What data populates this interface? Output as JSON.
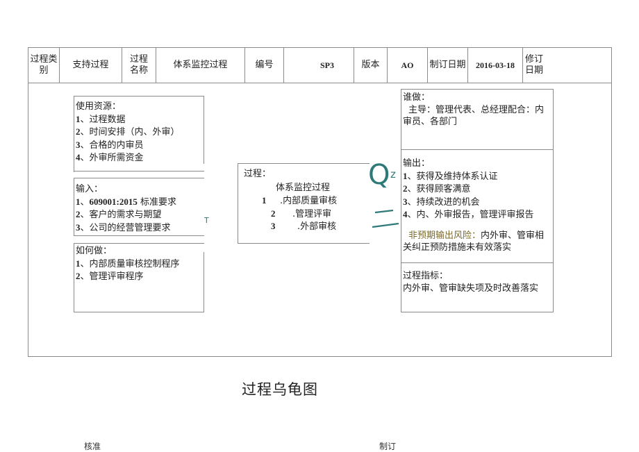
{
  "header": {
    "category_label": "过程类别",
    "category_value": "支持过程",
    "name_label": "过程名称",
    "name_value": "体系监控过程",
    "code_label": "编号",
    "code_value": "SP3",
    "version_label": "版本",
    "version_value": "AO",
    "created_label": "制订日期",
    "created_value": "2016-03-18",
    "revised_label": "修订日期",
    "revised_value": ""
  },
  "resources": {
    "title": "使用资源：",
    "items": [
      {
        "num": "1",
        "text": "、过程数据"
      },
      {
        "num": "2",
        "text": "、时间安排（内、外审）"
      },
      {
        "num": "3",
        "text": "、合格的内审员"
      },
      {
        "num": "4",
        "text": "、外审所需资金"
      }
    ]
  },
  "inputs": {
    "title": "输入：",
    "items": [
      {
        "num": "1",
        "text": "、",
        "bold_text": "609001:2015",
        "rest": "标准要求"
      },
      {
        "num": "2",
        "text": "、客户的需求与期望"
      },
      {
        "num": "3",
        "text": "、公司的经营管理要求"
      }
    ]
  },
  "how": {
    "title": "如何做：",
    "items": [
      {
        "num": "1",
        "text": "、内部质量审核控制程序"
      },
      {
        "num": "2",
        "text": "、管理评审程序"
      }
    ]
  },
  "process": {
    "title": "过程：",
    "name": "体系监控过程",
    "items": [
      {
        "num": "1",
        "text": ".内部质量审核"
      },
      {
        "num": "2",
        "text": ".管理评审"
      },
      {
        "num": "3",
        "text": ".外部审核"
      }
    ]
  },
  "who": {
    "title": "谁做：",
    "line1": "主导：管理代表、总经理配合：内",
    "line2": "审员、各部门"
  },
  "outputs": {
    "title": "输出：",
    "items": [
      {
        "num": "1",
        "text": "、获得及维持体系认证"
      },
      {
        "num": "2",
        "text": "、获得顾客满意"
      },
      {
        "num": "3",
        "text": "、持续改进的机会"
      },
      {
        "num": "4",
        "text": "、内、外审报告，管理评审报告"
      }
    ],
    "risk_label": "非预期输出风险：",
    "risk_text1": "内外审、管审相",
    "risk_text2": "关纠正预防措施未有效落实"
  },
  "indicators": {
    "title": "过程指标：",
    "text": "内外审、管审缺失项及时改善落实"
  },
  "artifacts": {
    "q_mark": "Q",
    "z_mark": "z",
    "t_mark": "T"
  },
  "colors": {
    "border": "#8a8a8a",
    "artifact_teal": "#2e7a78",
    "risk_label": "#7a6a2a"
  },
  "footer": {
    "diagram_title": "过程乌龟图",
    "approve_label": "核准",
    "prepare_label": "制订"
  }
}
